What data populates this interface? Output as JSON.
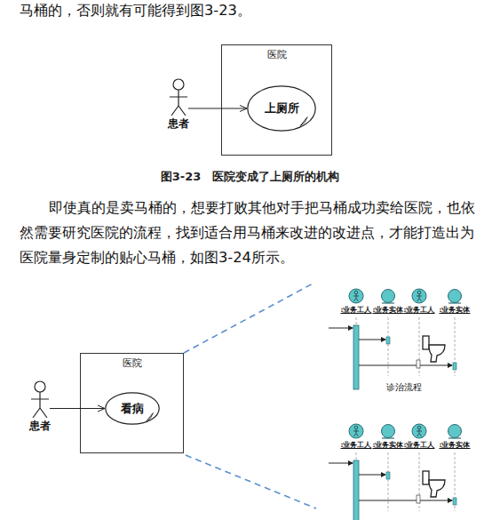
{
  "diagram": {
    "caption": "图3-23　医院变成了上厕所的机构",
    "nodes": [
      {
        "text": [
          "患者"
        ]
      },
      {
        "text": [
          "医院"
        ]
      },
      {
        "text": [
          "上厕所"
        ],
        "in": 1
      },
      {
        "text": [
          "患者"
        ]
      },
      {
        "text": [
          "医院"
        ]
      },
      {
        "text": [
          "看病"
        ],
        "in": 4
      }
    ],
    "edges": [
      {
        "from": 0,
        "to": 2,
        "arrow": "to"
      },
      {
        "from": 3,
        "to": 5,
        "arrow": "to"
      }
    ],
    "labels": [
      "马桶的，否则就有可能得到图3-23。",
      "即使真的是卖马桶的，想要打败其他对手把马桶成功卖给医院，也依然需要研究医院的流程，找到适合用马桶来改进的改进点，才能打造出为医院量身定制的贴心马桶，如图3-24所示。",
      ":业务工人",
      ":业务实体",
      ":业务工人",
      ":业务实体",
      "诊治流程",
      ":业务工人",
      ":业务实体",
      ":业务工人",
      ":业务实体"
    ]
  }
}
